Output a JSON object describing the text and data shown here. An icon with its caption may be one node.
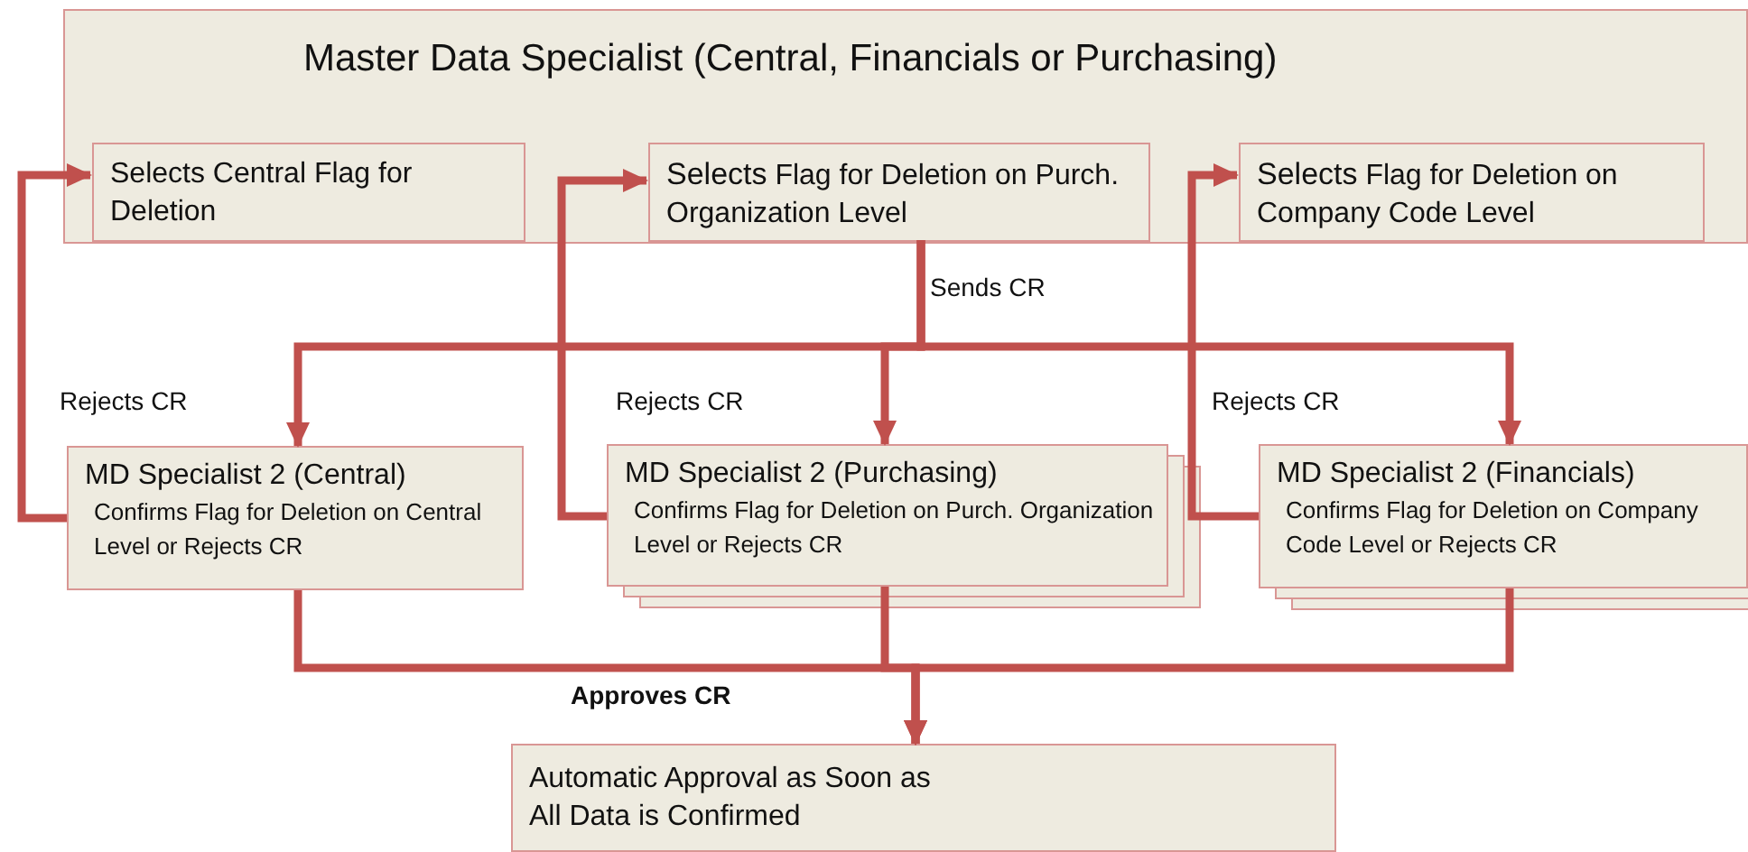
{
  "diagram": {
    "nodes": [
      {
        "text": [
          "Master Data Specialist (Central, Financials or Purchasing)"
        ]
      },
      {
        "text": [
          "Selects Central Flag for Deletion"
        ],
        "in": 0
      },
      {
        "text": [
          "**Selects** Flag for Deletion on Purch. Organization Level"
        ],
        "in": 0
      },
      {
        "text": [
          "**Selects** Flag for Deletion on Company Code Level"
        ],
        "in": 0
      },
      {
        "text": [
          "MD Specialist 2 (Central)",
          "Confirms Flag for Deletion on Central Level or Rejects CR"
        ]
      },
      {
        "text": [
          "MD Specialist 2 (Purchasing)",
          "Confirms Flag for Deletion on Purch. Organization Level or Rejects CR"
        ]
      },
      {
        "text": [
          "MD Specialist 2 (Financials)",
          "Confirms Flag for Deletion on Company Code Level or Rejects CR"
        ]
      },
      {
        "text": [
          "Automatic Approval as Soon as All Data is Confirmed"
        ]
      }
    ],
    "edges": [
      {
        "from": 2,
        "to": 4,
        "arrow": "to",
        "label": "Sends CR"
      },
      {
        "from": 2,
        "to": 5,
        "arrow": "to"
      },
      {
        "from": 2,
        "to": 6,
        "arrow": "to"
      },
      {
        "from": 4,
        "to": 1,
        "arrow": "to",
        "label": "Rejects CR"
      },
      {
        "from": 5,
        "to": 2,
        "arrow": "to",
        "label": "Rejects CR"
      },
      {
        "from": 6,
        "to": 3,
        "arrow": "to",
        "label": "Rejects CR"
      },
      {
        "from": 4,
        "to": 7,
        "arrow": "to",
        "label": "Approves CR"
      },
      {
        "from": 5,
        "to": 7,
        "arrow": "to"
      },
      {
        "from": 6,
        "to": 7,
        "arrow": "to"
      }
    ]
  }
}
